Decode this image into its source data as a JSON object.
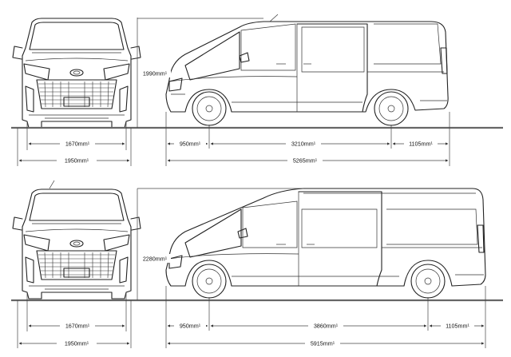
{
  "diagrams": [
    {
      "id": "standard-roof",
      "front_width_track": "1670mm¹",
      "front_width_total": "1950mm¹",
      "height": "1990mm¹",
      "front_overhang": "950mm¹",
      "wheelbase": "3210mm¹",
      "rear_overhang": "1105mm¹",
      "length": "5265mm¹"
    },
    {
      "id": "high-roof",
      "front_width_track": "1670mm¹",
      "front_width_total": "1950mm¹",
      "height": "2280mm¹",
      "front_overhang": "950mm¹",
      "wheelbase": "3860mm¹",
      "rear_overhang": "1105mm¹",
      "length": "5915mm¹"
    }
  ]
}
